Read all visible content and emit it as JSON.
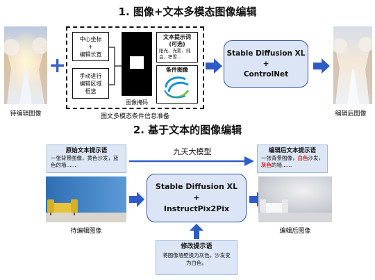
{
  "section1": {
    "title": "1. 图像+文本多模态图像编辑",
    "input_caption": "待编辑图像",
    "output_caption": "编辑后图像",
    "plus": "+",
    "box_coord_line1": "中心坐标",
    "box_coord_plus": "+",
    "box_coord_line2": "编辑长宽",
    "box_region_line1": "手动进行",
    "box_region_line2": "编辑区域",
    "box_region_line3": "框选",
    "mask_caption": "图像掩码",
    "text_prompt_title": "文本提示词",
    "text_prompt_optional": "(可选)",
    "text_prompt_content": "阳光、光影、纯白、积雪...",
    "cond_image_title": "条件图像",
    "group_caption": "图文多模态条件信息准备",
    "model_line1": "Stable Diffusion XL",
    "model_plus": "+",
    "model_line2": "ControlNet"
  },
  "section2": {
    "title": "2. 基于文本的图像编辑",
    "orig_prompt_title": "原始文本提示语",
    "orig_prompt_text": "一张背景图像，黄色沙发，蓝色的墙......",
    "llm_label": "九天大模型",
    "edited_prompt_title": "编辑后文本提示语",
    "edited_prompt_text_pre": "一张背景图像，",
    "edited_prompt_white": "白色",
    "edited_prompt_mid": "沙发，",
    "edited_prompt_gray": "灰色",
    "edited_prompt_post": "的墙......",
    "input_caption": "待编辑图像",
    "output_caption": "编辑后图像",
    "model_line1": "Stable Diffusion XL",
    "model_plus": "+",
    "model_line2": "InstructPix2Pix",
    "modify_title": "修改提示语",
    "modify_text": "将图像墙壁换为灰色，沙发变为白色。"
  },
  "colors": {
    "arrow_blue": "#2f5cc4",
    "model_fill": "#dbe5f6",
    "model_border": "#2f4f9a",
    "highlight_red": "#d22222"
  }
}
